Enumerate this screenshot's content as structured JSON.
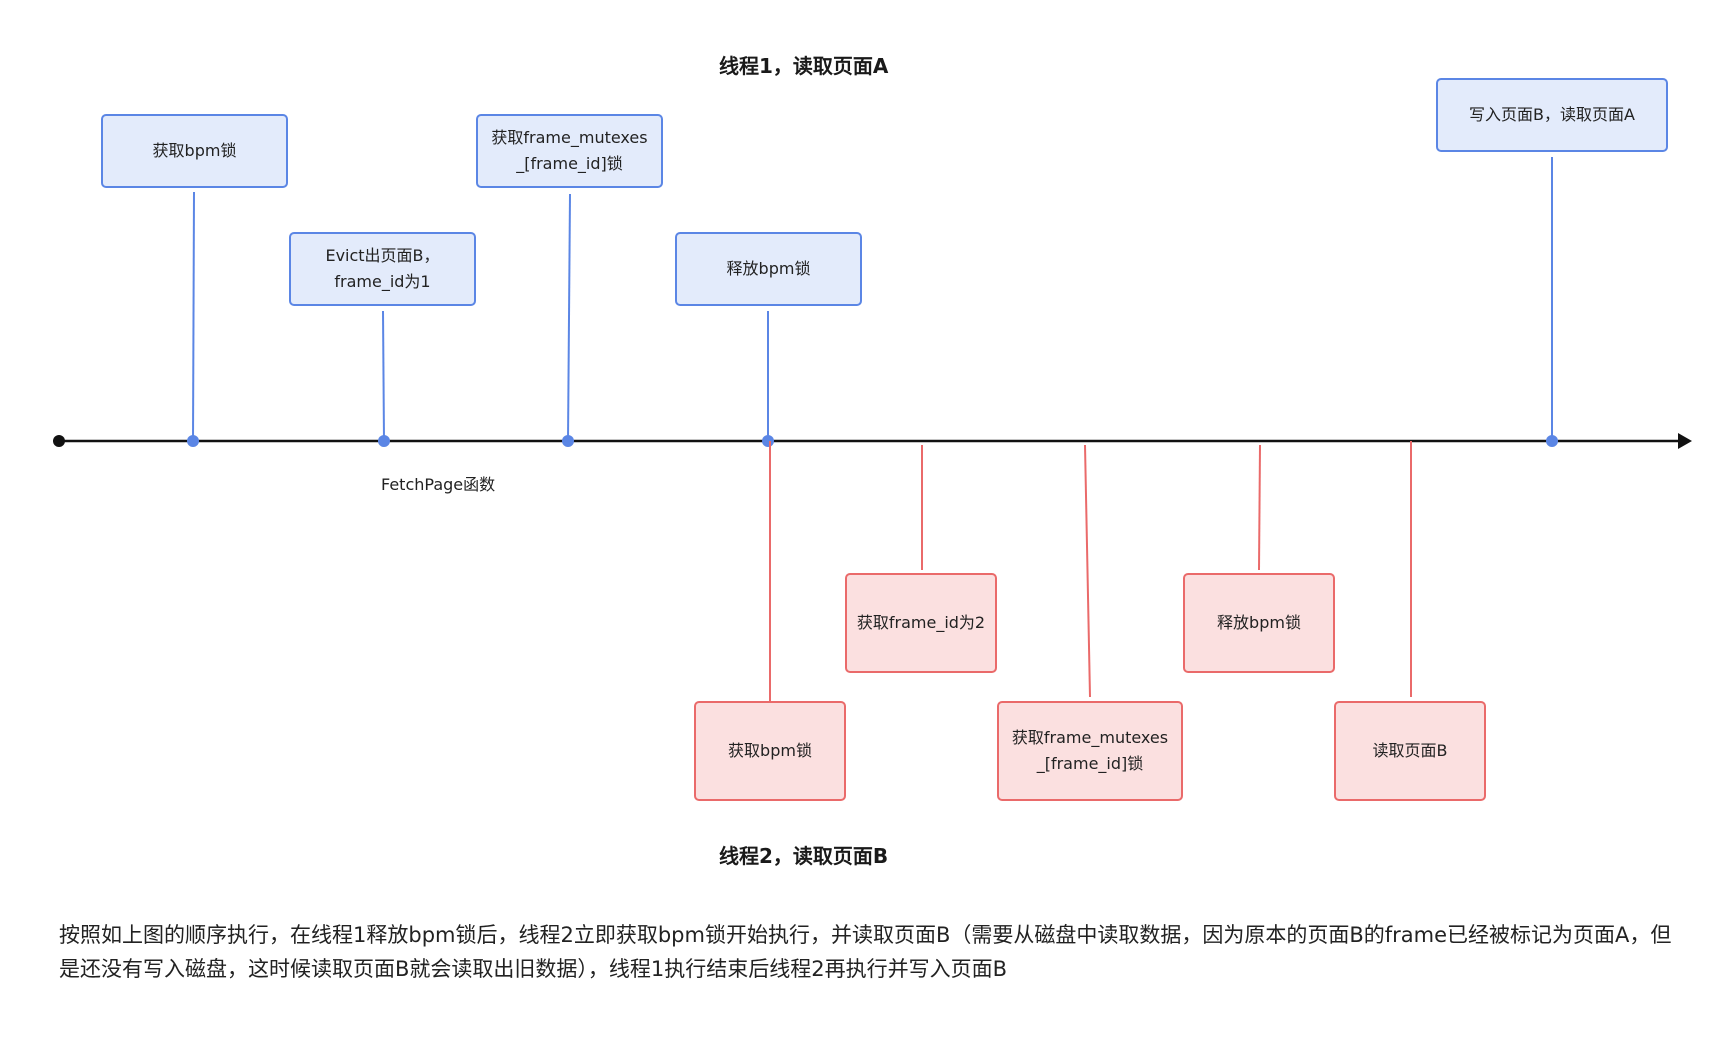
{
  "thread1": {
    "title": "线程1，读取页面A",
    "color": "#5b86e5",
    "fill": "#e3ebfb",
    "events": [
      {
        "id": "t1-acquire-bpm",
        "label": "获取bpm锁"
      },
      {
        "id": "t1-evict",
        "label": "Evict出页面B，\nframe_id为1"
      },
      {
        "id": "t1-acquire-frame-mutex",
        "label": "获取frame_mutexes\n_[frame_id]锁"
      },
      {
        "id": "t1-release-bpm",
        "label": "释放bpm锁"
      },
      {
        "id": "t1-write-read",
        "label": "写入页面B，读取页面A"
      }
    ]
  },
  "thread2": {
    "title": "线程2，读取页面B",
    "color": "#ea6a6a",
    "fill": "#fbe0e0",
    "events": [
      {
        "id": "t2-acquire-bpm",
        "label": "获取bpm锁"
      },
      {
        "id": "t2-get-frame",
        "label": "获取frame_id为2"
      },
      {
        "id": "t2-acquire-frame-mutex",
        "label": "获取frame_mutexes\n_[frame_id]锁"
      },
      {
        "id": "t2-release-bpm",
        "label": "释放bpm锁"
      },
      {
        "id": "t2-read-page",
        "label": "读取页面B"
      }
    ]
  },
  "axis": {
    "label": "FetchPage函数",
    "color": "#111111"
  },
  "note": "按照如上图的顺序执行，在线程1释放bpm锁后，线程2立即获取bpm锁开始执行，并读取页面B（需要从磁盘中读取数据，因为原本的页面B的frame已经被标记为页面A，但是还没有写入磁盘，这时候读取页面B就会读取出旧数据），线程1执行结束后线程2再执行并写入页面B"
}
